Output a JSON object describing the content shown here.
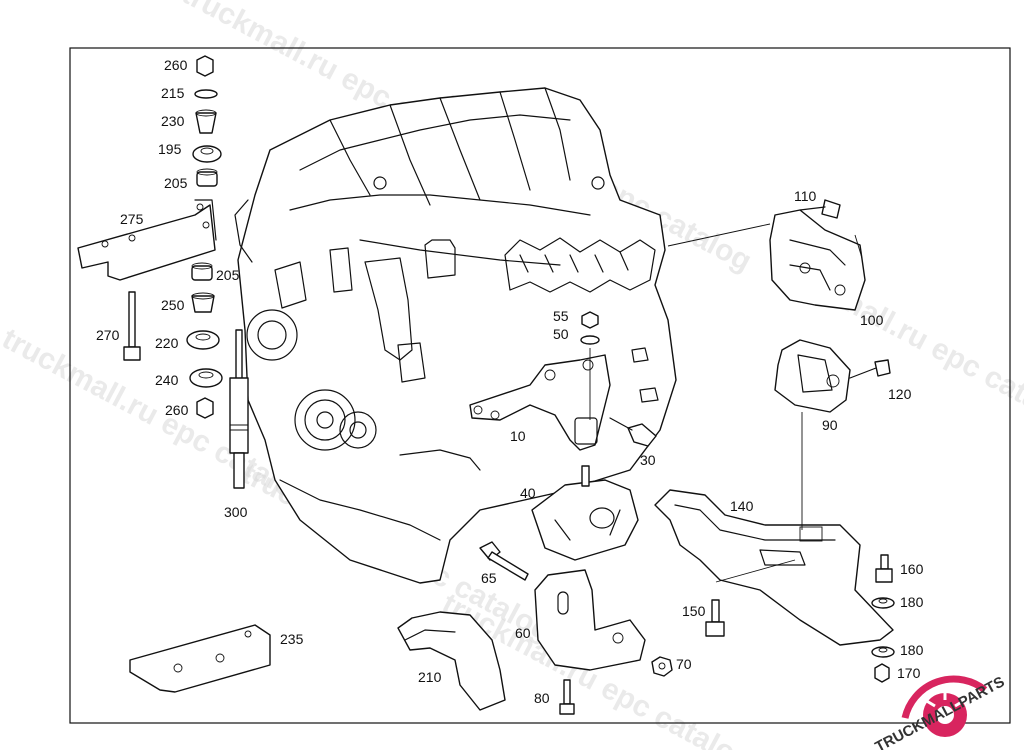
{
  "watermark": "truckmall.ru epc catalog",
  "brand": {
    "logo_text": "TRUCKMALLPARTS",
    "colors": {
      "accent": "#d8255f",
      "dark": "#333333"
    }
  },
  "callouts": {
    "p260a": "260",
    "p215": "215",
    "p230": "230",
    "p195": "195",
    "p205a": "205",
    "p275": "275",
    "p205b": "205",
    "p250": "250",
    "p270": "270",
    "p220": "220",
    "p240": "240",
    "p260b": "260",
    "p300": "300",
    "p110": "110",
    "p100": "100",
    "p55": "55",
    "p50": "50",
    "p10": "10",
    "p30": "30",
    "p120": "120",
    "p90": "90",
    "p40": "40",
    "p140": "140",
    "p65": "65",
    "p160": "160",
    "p180a": "180",
    "p150": "150",
    "p60": "60",
    "p70": "70",
    "p180b": "180",
    "p170": "170",
    "p235": "235",
    "p210": "210",
    "p80": "80"
  }
}
